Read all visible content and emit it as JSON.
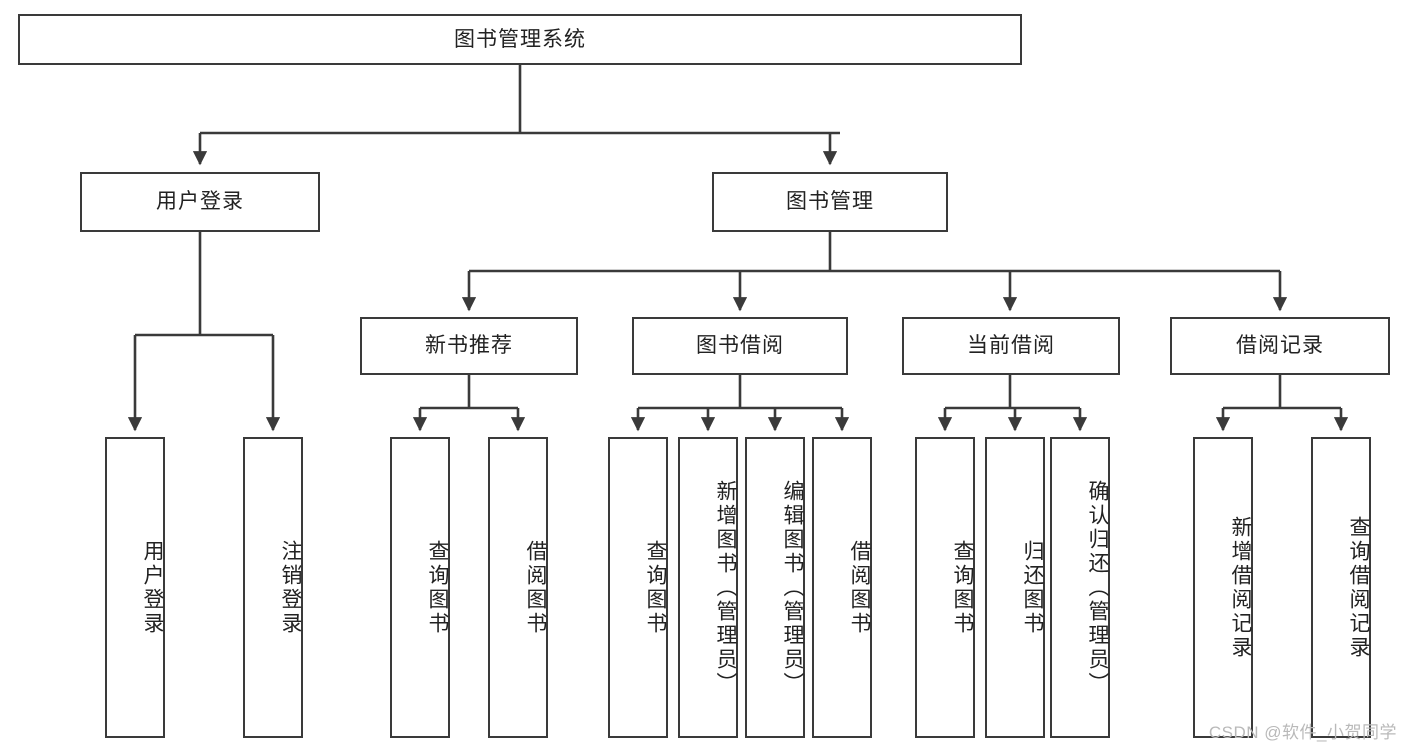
{
  "diagram": {
    "title": "图书管理系统",
    "type": "tree-hierarchy-chart",
    "root": {
      "label": "图书管理系统"
    },
    "level2": [
      {
        "label": "用户登录"
      },
      {
        "label": "图书管理"
      }
    ],
    "level3": [
      {
        "label": "新书推荐"
      },
      {
        "label": "图书借阅"
      },
      {
        "label": "当前借阅"
      },
      {
        "label": "借阅记录"
      }
    ],
    "leaves": {
      "user_login": [
        {
          "label": "用户登录"
        },
        {
          "label": "注销登录"
        }
      ],
      "new_book_recommend": [
        {
          "label": "查询图书"
        },
        {
          "label": "借阅图书"
        }
      ],
      "book_borrow": [
        {
          "label": "查询图书"
        },
        {
          "label": "新增图书（管理员）"
        },
        {
          "label": "编辑图书（管理员）"
        },
        {
          "label": "借阅图书"
        }
      ],
      "current_borrow": [
        {
          "label": "查询图书"
        },
        {
          "label": "归还图书"
        },
        {
          "label": "确认归还（管理员）"
        }
      ],
      "borrow_record": [
        {
          "label": "新增借阅记录"
        },
        {
          "label": "查询借阅记录"
        }
      ]
    }
  },
  "watermark": {
    "text": "CSDN @软件_小贺同学"
  },
  "colors": {
    "stroke": "#3a3a3a",
    "fill": "#ffffff",
    "text": "#222222",
    "watermark": "#b9b9b9"
  }
}
